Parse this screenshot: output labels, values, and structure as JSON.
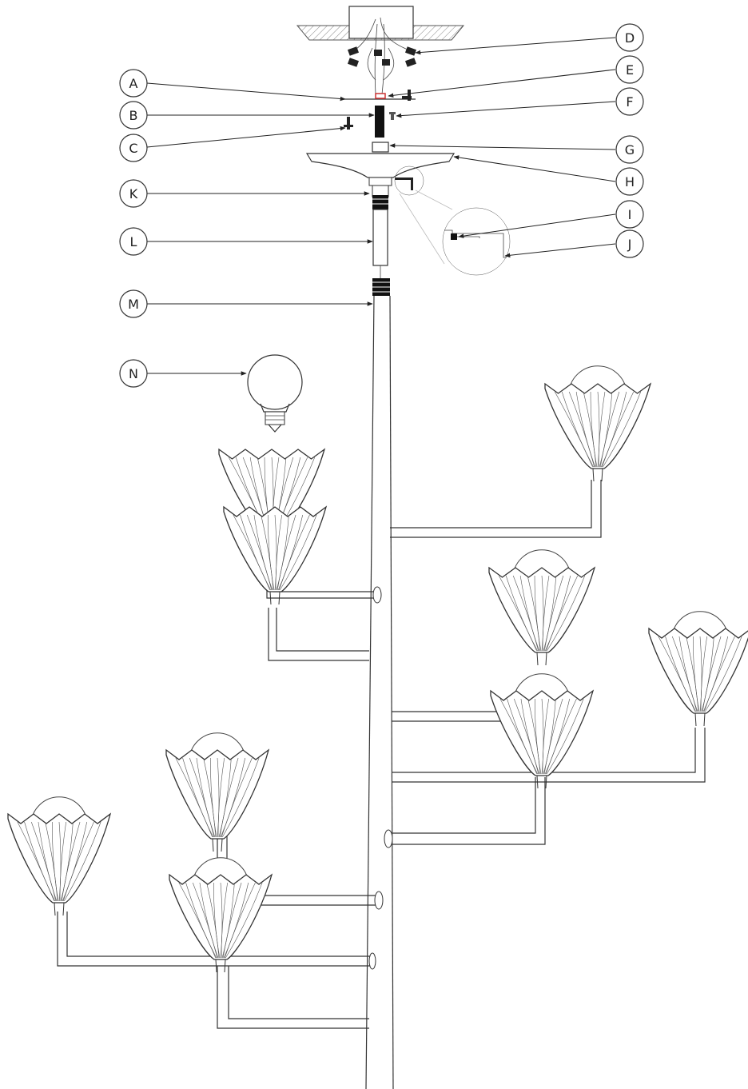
{
  "callouts": {
    "left": [
      {
        "letter": "A"
      },
      {
        "letter": "B"
      },
      {
        "letter": "C"
      },
      {
        "letter": "K"
      },
      {
        "letter": "L"
      },
      {
        "letter": "M"
      },
      {
        "letter": "N"
      }
    ],
    "right": [
      {
        "letter": "D"
      },
      {
        "letter": "E"
      },
      {
        "letter": "F"
      },
      {
        "letter": "G"
      },
      {
        "letter": "H"
      },
      {
        "letter": "I"
      },
      {
        "letter": "J"
      }
    ]
  },
  "colors": {
    "line": "#333333",
    "part_fill": "#111111",
    "accent": "#cc3333",
    "ceiling_hatch": "#888888"
  }
}
